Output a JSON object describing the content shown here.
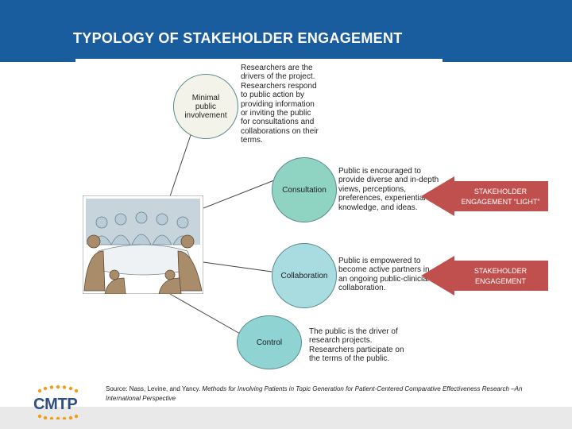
{
  "slide": {
    "title": "TYPOLOGY OF STAKEHOLDER ENGAGEMENT"
  },
  "diagram": {
    "circles": [
      {
        "label": "Minimal public involvement",
        "description": "Researchers are the drivers of the project. Researchers respond to public action by providing information or inviting the public for consultations and collaborations on their terms."
      },
      {
        "label": "Consultation",
        "description": "Public is encouraged to provide diverse and in-depth views, perceptions, preferences, experiential knowledge, and ideas."
      },
      {
        "label": "Collaboration",
        "description": "Public is empowered to become active partners in an ongoing public-clinician collaboration."
      },
      {
        "label": "Control",
        "description": "The public is the driver of research projects. Researchers participate on the terms of the public."
      }
    ]
  },
  "arrows": [
    {
      "label_line1": "STAKEHOLDER",
      "label_line2": "ENGAGEMENT “LIGHT”",
      "color": "#c0504d"
    },
    {
      "label_line1": "STAKEHOLDER",
      "label_line2": "ENGAGEMENT",
      "color": "#c0504d"
    }
  ],
  "source": {
    "prefix": "Source: Nass, Levine, and Yancy. ",
    "title": "Methods for Involving Patients in Topic Generation for Patient-Centered Comparative Effectiveness Research –An International Perspective"
  },
  "logo": {
    "text": "CMTP",
    "colors": {
      "text": "#2e4f86",
      "dots": "#f39c12"
    }
  },
  "colors": {
    "header": "#1a5d9e",
    "arrow": "#c0504d"
  }
}
